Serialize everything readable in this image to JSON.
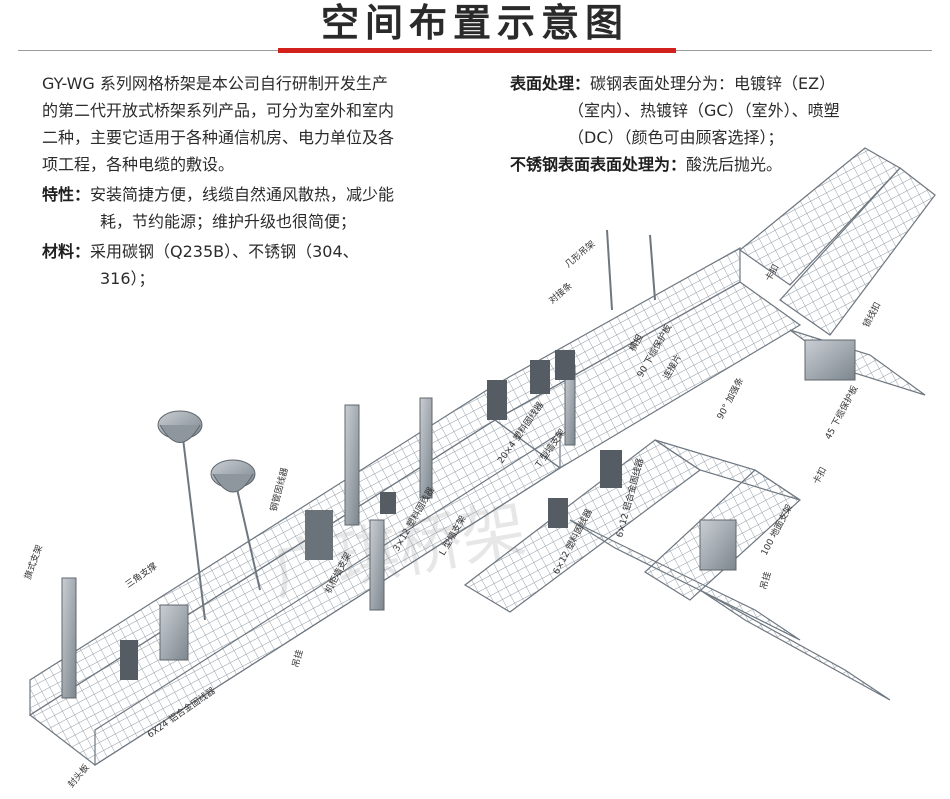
{
  "title": "空间布置示意图",
  "left": {
    "intro": [
      "GY-WG 系列网格桥架是本公司自行研制开发生产",
      "的第二代开放式桥架系列产品，可分为室外和室内",
      "二种，主要它适用于各种通信机房、电力单位及各",
      "项工程，各种电缆的敷设。"
    ],
    "feature_label": "特性：",
    "feature_lines": [
      "安装简捷方便，线缆自然通风散热，减少能",
      "耗，节约能源；维护升级也很简便；"
    ],
    "material_label": "材料：",
    "material_lines": [
      "采用碳钢（Q235B）、不锈钢（304、",
      "316）；"
    ]
  },
  "right": {
    "surface_label": "表面处理：",
    "surface_lines": [
      "碳钢表面处理分为：电镀锌（EZ）",
      "（室内）、热镀锌（GC）（室外）、喷塑",
      "（DC）（颜色可由顾客选择）；"
    ],
    "stainless_label": "不锈钢表面表面处理为：",
    "stainless_text": "酸洗后抛光。"
  },
  "labels": {
    "l01": "几形吊架",
    "l02": "对接条",
    "l03": "横担",
    "l04": "90 下缆保护板",
    "l05": "连接片",
    "l06": "卡扣",
    "l07": "锁线扣",
    "l08": "90° 加强条",
    "l09": "45 下缆保护板",
    "l10": "20×4 塑料固线器",
    "l11": "T 型墙支架",
    "l12": "钢管固线器",
    "l13": "3×12 塑料固线器",
    "l14": "L 型墙支架",
    "l15": "6×12 铝合金固线器",
    "l16": "卡扣",
    "l17": "100 地面支架",
    "l18": "6×12 塑料固线器",
    "l19": "吊挂",
    "l20": "机柜墙支架",
    "l21": "吊挂",
    "l22": "三角支撑",
    "l23": "旗式支架",
    "l24": "6X24 铝合金固线器",
    "l25": "封头板"
  },
  "watermark": "广琪桥架"
}
